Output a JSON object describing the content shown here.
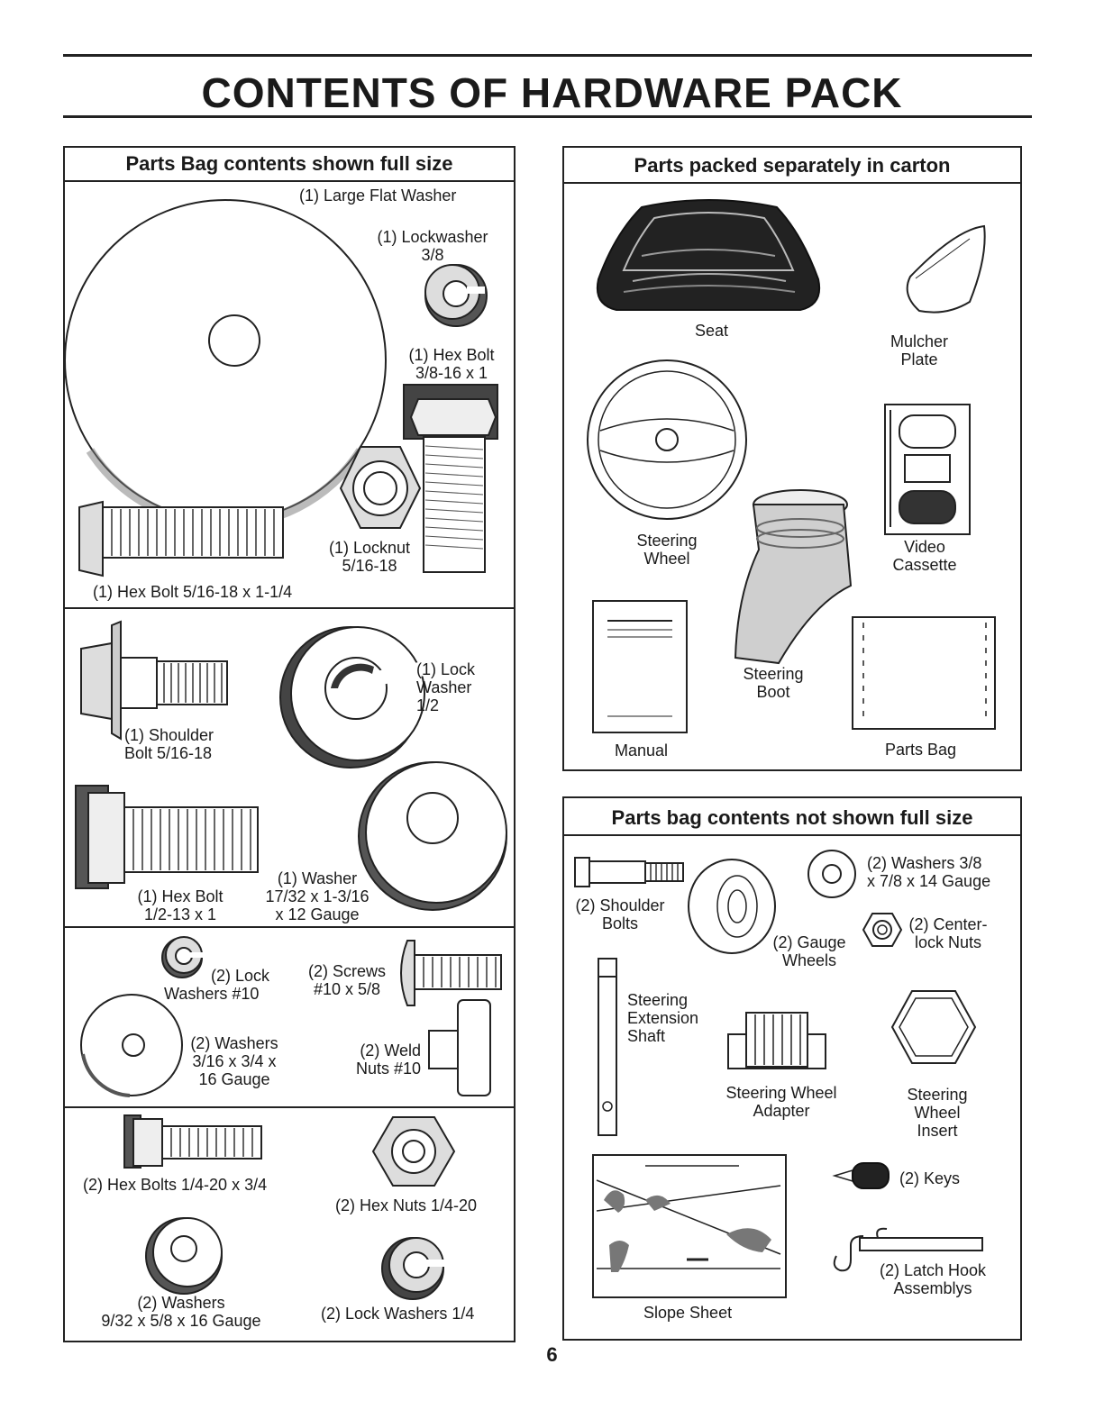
{
  "title": "CONTENTS OF HARDWARE PACK",
  "page_number": "6",
  "left_box": {
    "heading": "Parts Bag contents shown full size",
    "items": {
      "large_flat_washer": "(1) Large Flat Washer",
      "lockwasher_38_l1": "(1) Lockwasher",
      "lockwasher_38_l2": "3/8",
      "hex_bolt_38_l1": "(1) Hex Bolt",
      "hex_bolt_38_l2": "3/8-16 x 1",
      "locknut_l1": "(1) Locknut",
      "locknut_l2": "5/16-18",
      "hex_bolt_516": "(1) Hex Bolt  5/16-18 x 1-1/4",
      "shoulder_bolt_l1": "(1) Shoulder",
      "shoulder_bolt_l2": "Bolt  5/16-18",
      "lock_washer_12_l1": "(1) Lock",
      "lock_washer_12_l2": "Washer",
      "lock_washer_12_l3": "1/2",
      "hex_bolt_12_l1": "(1) Hex Bolt",
      "hex_bolt_12_l2": "1/2-13 x 1",
      "washer_1732_l1": "(1) Washer",
      "washer_1732_l2": "17/32 x 1-3/16",
      "washer_1732_l3": "x 12 Gauge",
      "lock_washers_10_l1": "(2) Lock",
      "lock_washers_10_l2": "Washers  #10",
      "screws_l1": "(2) Screws",
      "screws_l2": "#10 x 5/8",
      "washers_316_l1": "(2) Washers",
      "washers_316_l2": "3/16 x 3/4 x",
      "washers_316_l3": "16 Gauge",
      "weld_nuts_l1": "(2) Weld",
      "weld_nuts_l2": "Nuts  #10",
      "hex_bolts_14": "(2) Hex Bolts  1/4-20 x 3/4",
      "hex_nuts_14": "(2) Hex Nuts  1/4-20",
      "washers_932_l1": "(2) Washers",
      "washers_932_l2": "9/32  x 5/8 x 16 Gauge",
      "lock_washers_14": "(2) Lock Washers  1/4"
    }
  },
  "right_top_box": {
    "heading": "Parts packed separately in carton",
    "items": {
      "seat": "Seat",
      "mulcher_l1": "Mulcher",
      "mulcher_l2": "Plate",
      "steering_wheel_l1": "Steering",
      "steering_wheel_l2": "Wheel",
      "video_l1": "Video",
      "video_l2": "Cassette",
      "steering_boot_l1": "Steering",
      "steering_boot_l2": "Boot",
      "manual": "Manual",
      "parts_bag": "Parts Bag"
    }
  },
  "right_bottom_box": {
    "heading": "Parts bag contents not shown full size",
    "items": {
      "washers_38_l1": "(2) Washers  3/8",
      "washers_38_l2": "x 7/8 x 14 Gauge",
      "shoulder_bolts_l1": "(2) Shoulder",
      "shoulder_bolts_l2": "Bolts",
      "gauge_wheels_l1": "(2) Gauge",
      "gauge_wheels_l2": "Wheels",
      "center_lock_l1": "(2) Center-",
      "center_lock_l2": "lock Nuts",
      "ext_shaft_l1": "Steering",
      "ext_shaft_l2": "Extension",
      "ext_shaft_l3": "Shaft",
      "adapter_l1": "Steering Wheel",
      "adapter_l2": "Adapter",
      "insert_l1": "Steering",
      "insert_l2": "Wheel",
      "insert_l3": "Insert",
      "keys": "(2) Keys",
      "latch_l1": "(2) Latch Hook",
      "latch_l2": "Assemblys",
      "slope_sheet": "Slope Sheet"
    }
  }
}
